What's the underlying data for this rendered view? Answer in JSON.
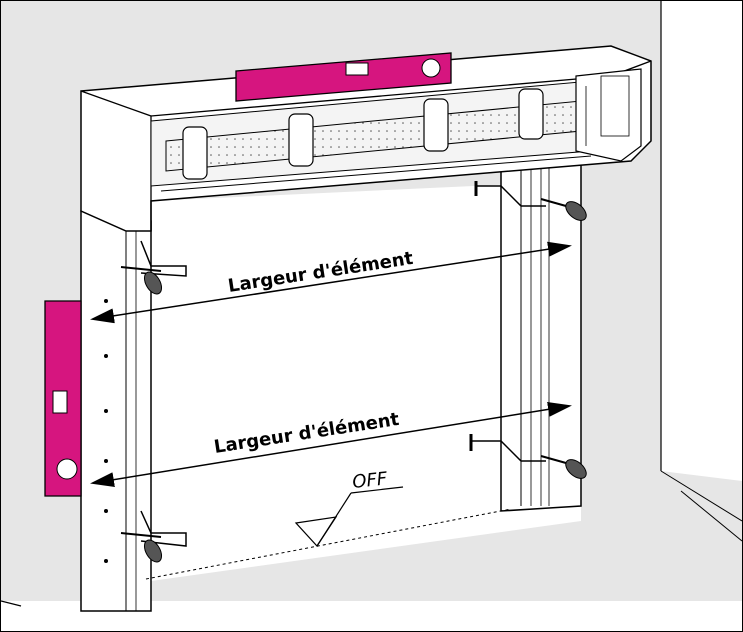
{
  "labels": {
    "width_upper": "Largeur d'élément",
    "width_lower": "Largeur d'élément",
    "floor_level": "OFF"
  },
  "colors": {
    "level_tool": "#d6157f",
    "wall": "#e6e6e6",
    "line": "#000000"
  },
  "icons": {
    "level": "spirit-level-icon",
    "clamp": "screw-clamp-icon"
  }
}
